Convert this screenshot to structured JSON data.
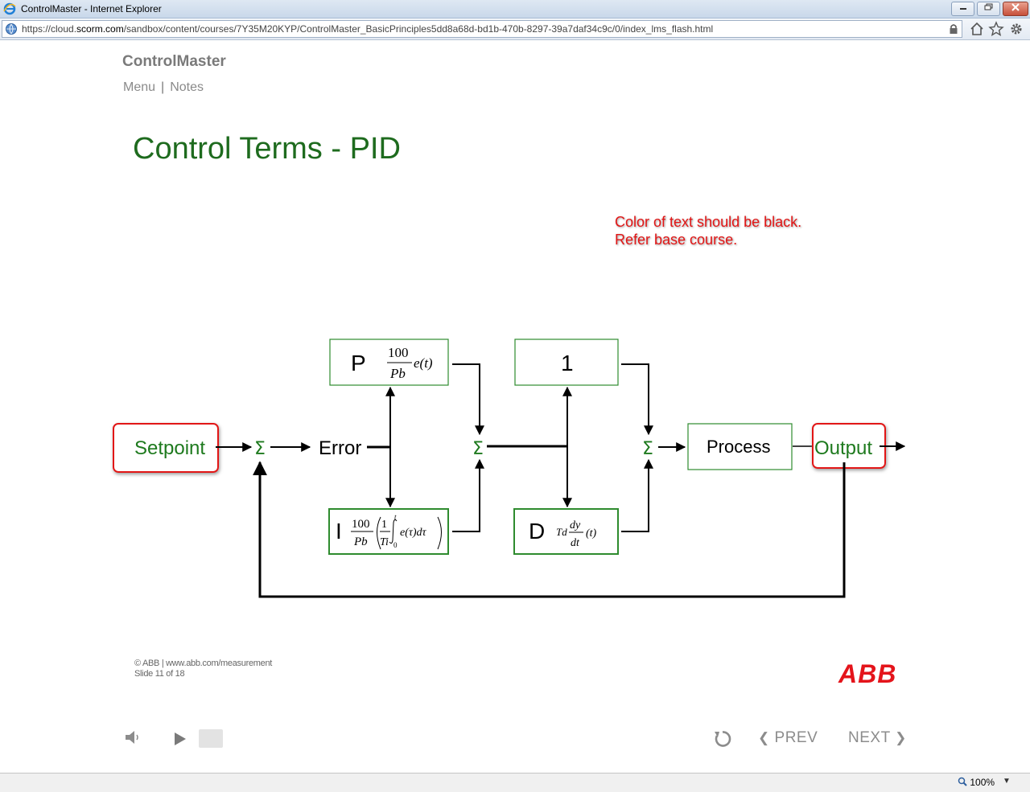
{
  "browser": {
    "window_title": "ControlMaster - Internet Explorer",
    "url_prefix": "https://cloud.",
    "url_domain": "scorm.com",
    "url_path": "/sandbox/content/courses/7Y35M20KYP/ControlMaster_BasicPrinciples5dd8a68d-bd1b-470b-8297-39a7daf34c9c/0/index_lms_flash.html",
    "zoom": "100%",
    "icons": [
      "ie-icon",
      "globe-icon",
      "lock-icon",
      "home-icon",
      "star-icon",
      "gear-icon",
      "minimize-icon",
      "restore-icon",
      "close-icon"
    ]
  },
  "course": {
    "brand": "ControlMaster",
    "menu_label": "Menu",
    "separator": "|",
    "notes_label": "Notes"
  },
  "slide": {
    "title": "Control Terms - PID",
    "review_note_line1": "Color of text should be black.",
    "review_note_line2": "Refer base course.",
    "copyright_line1": "© ABB | www.abb.com/measurement",
    "copyright_line2": "Slide 11 of 18",
    "logo_text": "ABB",
    "colors": {
      "title": "#1e6b1e",
      "highlight_box": "#e21515",
      "block_border": "#2e8b2e"
    }
  },
  "diagram": {
    "setpoint": "Setpoint",
    "sum_symbol": "Σ",
    "error": "Error",
    "p_label": "P",
    "p_num": "100",
    "p_den": "Pb",
    "p_fn": "e(t)",
    "one_label": "1",
    "i_label": "I",
    "i_num": "100",
    "i_den": "Pb",
    "i_inner_num": "1",
    "i_inner_den": "Ti",
    "i_upper": "t",
    "i_lower": "0",
    "i_fn": "e(τ)dτ",
    "d_label": "D",
    "d_coef": "Td",
    "d_num": "dy",
    "d_den": "dt",
    "d_fn": "(t)",
    "process": "Process",
    "output": "Output"
  },
  "player": {
    "prev_label": "PREV",
    "next_label": "NEXT",
    "icons": [
      "speaker-icon",
      "play-icon",
      "stop-icon",
      "replay-icon",
      "chevron-left-icon",
      "chevron-right-icon"
    ]
  }
}
